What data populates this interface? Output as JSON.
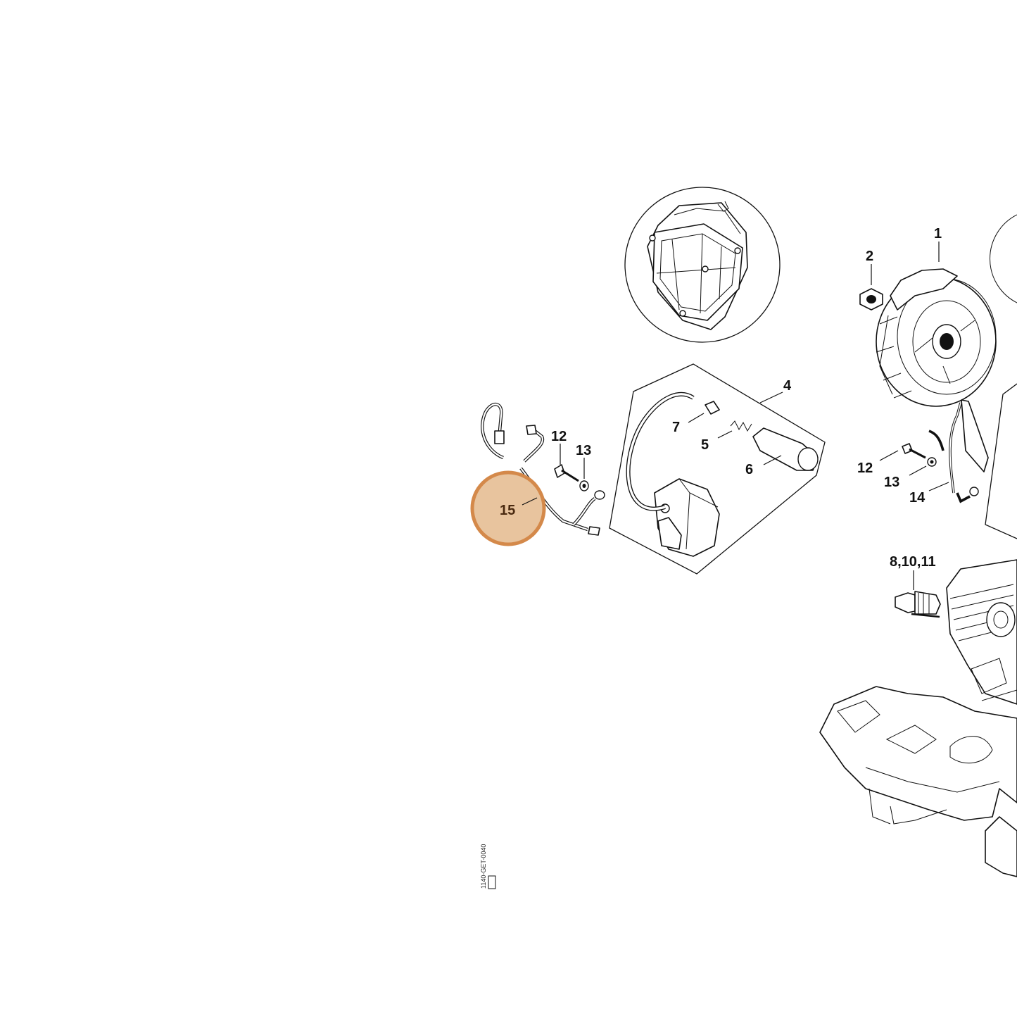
{
  "diagram": {
    "callouts": {
      "c1": "1",
      "c2": "2",
      "c4": "4",
      "c5": "5",
      "c6": "6",
      "c7": "7",
      "c8": "8,10,11",
      "c12a": "12",
      "c12b": "12",
      "c13a": "13",
      "c13b": "13",
      "c14": "14",
      "c15": "15"
    },
    "highlighted_callout": "15",
    "highlight_color": "#E8C49E",
    "highlight_border_color": "#D4894A",
    "drawing_code": "1140-GET-0040"
  }
}
